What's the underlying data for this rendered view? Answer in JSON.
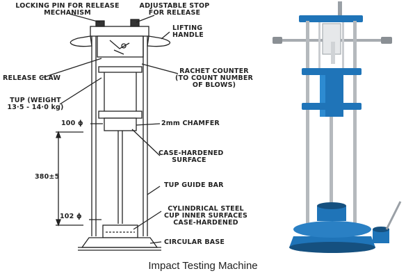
{
  "diagram": {
    "labels": {
      "locking_pin_l1": "LOCKING PIN FOR RELEASE",
      "locking_pin_l2": "MECHANISM",
      "adjustable_stop_l1": "ADJUSTABLE STOP",
      "adjustable_stop_l2": "FOR RELEASE",
      "lifting_handle_l1": "LIFTING",
      "lifting_handle_l2": "HANDLE",
      "release_claw": "RELEASE CLAW",
      "rachet_l1": "RACHET COUNTER",
      "rachet_l2": "(TO COUNT NUMBER",
      "rachet_l3": "OF BLOWS)",
      "tup_l1": "TUP (WEIGHT",
      "tup_l2": "13·5 - 14·0 kg)",
      "dim_100": "100 ϕ",
      "chamfer": "2mm CHAMFER",
      "case_hard_l1": "CASE-HARDENED",
      "case_hard_l2": "SURFACE",
      "dim_380": "380±5",
      "tup_guide": "TUP GUIDE BAR",
      "dim_102": "102 ϕ",
      "cup_l1": "CYLINDRICAL STEEL",
      "cup_l2": "CUP INNER SURFACES",
      "cup_l3": "CASE-HARDENED",
      "base": "CIRCULAR BASE"
    }
  },
  "caption": "Impact Testing Machine",
  "colors": {
    "machine_blue": "#1f74b8",
    "machine_blue_dark": "#15507f",
    "rod_gray": "#a7abb0",
    "line": "#222222"
  }
}
